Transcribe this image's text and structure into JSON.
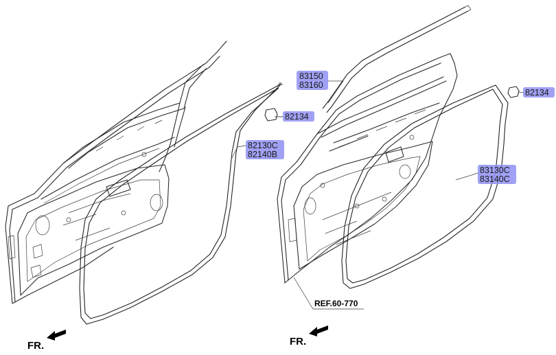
{
  "colors": {
    "label_highlight": "#8f91f2",
    "line": "#2a2a2a",
    "background": "#ffffff"
  },
  "labels": {
    "front_door_clip": "82134",
    "front_weatherstrip": [
      "82130C",
      "82140B"
    ],
    "rear_channel": [
      "83150",
      "83160"
    ],
    "rear_door_clip": "82134",
    "rear_weatherstrip": [
      "83130C",
      "83140C"
    ],
    "reference": "REF.60-770",
    "front_direction_left": "FR.",
    "front_direction_right": "FR."
  },
  "icons": {
    "direction": "arrow-icon",
    "clip": "clip-icon"
  }
}
